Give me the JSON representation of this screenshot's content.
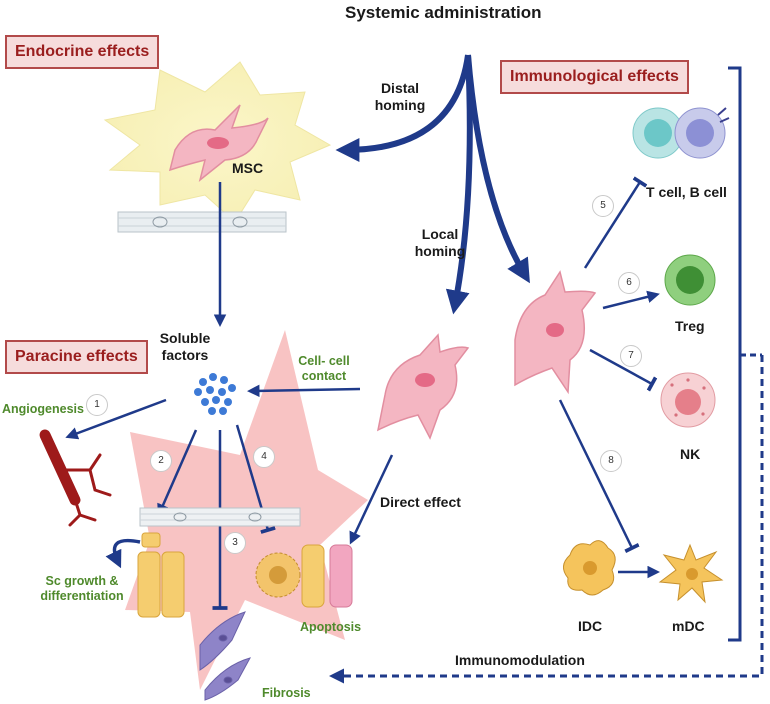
{
  "title": "Systemic administration",
  "boxes": {
    "endocrine": "Endocrine effects",
    "paracrine": "Paracine effects",
    "immunological": "Immunological effects"
  },
  "labels": {
    "distal_homing": "Distal homing",
    "local_homing": "Local homing",
    "msc": "MSC",
    "soluble_factors": "Soluble factors",
    "cell_contact": "Cell- cell contact",
    "angiogenesis": "Angiogenesis",
    "sc_growth": "Sc growth & differentiation",
    "apoptosis": "Apoptosis",
    "fibrosis": "Fibrosis",
    "direct_effect": "Direct effect",
    "t_b_cell": "T cell, B cell",
    "treg": "Treg",
    "nk": "NK",
    "idc": "IDC",
    "mdc": "mDC",
    "immunomodulation": "Immunomodulation"
  },
  "numbers": [
    "1",
    "2",
    "3",
    "4",
    "5",
    "6",
    "7",
    "8"
  ],
  "colors": {
    "arrow": "#1f3a8a",
    "box_fill": "#f6dcdc",
    "box_border": "#b24a4a",
    "star": "#f7b8b8",
    "msc_cell": "#f4b6c2",
    "green_text": "#4f8a2c"
  }
}
